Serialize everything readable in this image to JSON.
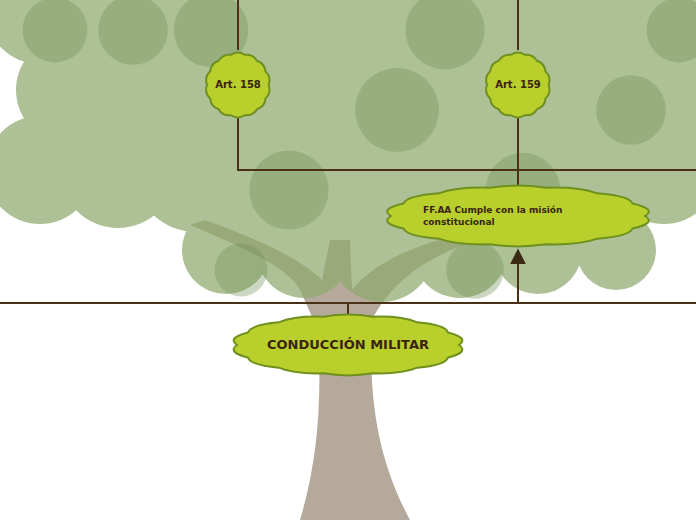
{
  "diagram": {
    "nodes": [
      {
        "text": [
          "Art. 158"
        ]
      },
      {
        "text": [
          "Art. 159"
        ]
      },
      {
        "text": [
          "FF.AA Cumple con la misión constitucional"
        ]
      },
      {
        "text": [
          "CONDUCCIÓN MILITAR"
        ]
      }
    ],
    "edges": [
      {
        "from": 0,
        "to": 2,
        "arrow": "none"
      },
      {
        "from": 1,
        "to": 2,
        "arrow": "none"
      },
      {
        "from": 3,
        "to": 2,
        "arrow": "to"
      }
    ]
  }
}
